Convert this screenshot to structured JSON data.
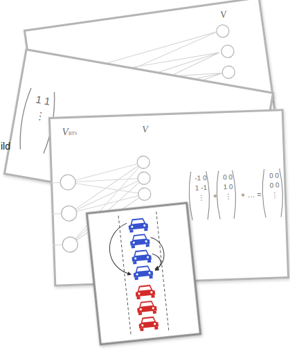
{
  "diagram": {
    "nodes": [
      {
        "text": [
          "VBTS",
          "V"
        ]
      },
      {
        "text": [
          "1 1 ⋮"
        ]
      },
      {
        "text": [
          "VBTS",
          "V",
          "-1 0 1 -1 ⋮",
          "+",
          "0 0 1 0 ⋮",
          "+ … =",
          "0 0 0 0 ⋮"
        ]
      }
    ],
    "labels": [
      "ild"
    ]
  }
}
